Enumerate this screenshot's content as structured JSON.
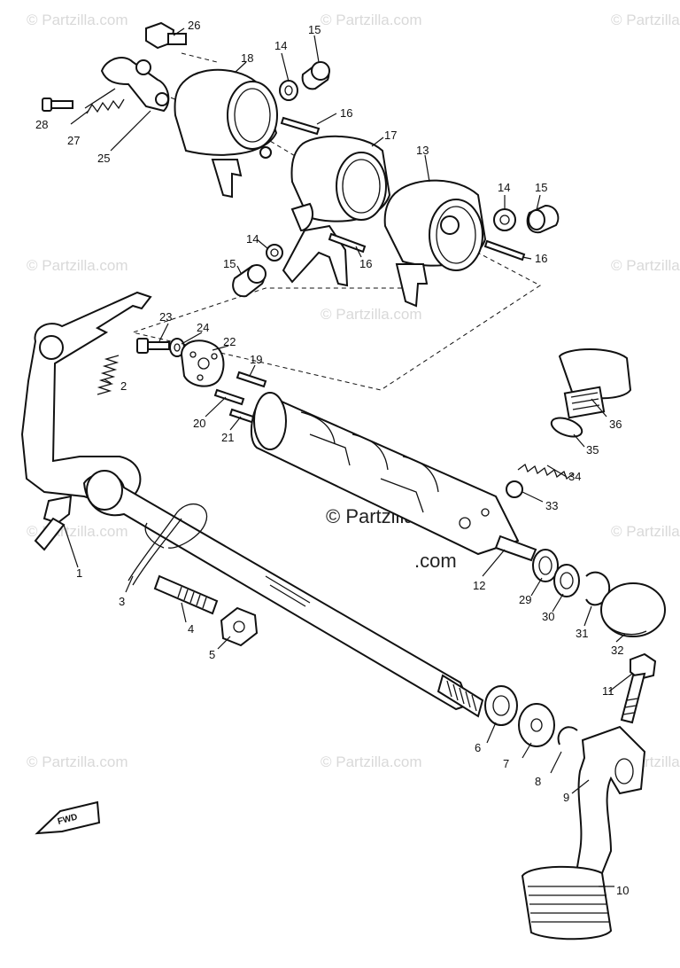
{
  "watermark": {
    "small": "© Partzilla.com",
    "main_line1": "© Partzilla",
    "main_line2": ".com"
  },
  "direction_label": "FWD",
  "callouts": [
    "1",
    "2",
    "3",
    "4",
    "5",
    "6",
    "7",
    "8",
    "9",
    "10",
    "11",
    "12",
    "13",
    "14",
    "14",
    "14",
    "15",
    "15",
    "15",
    "16",
    "16",
    "16",
    "17",
    "18",
    "19",
    "20",
    "21",
    "22",
    "23",
    "24",
    "25",
    "26",
    "27",
    "28",
    "29",
    "30",
    "31",
    "32",
    "33",
    "34",
    "35",
    "36"
  ]
}
